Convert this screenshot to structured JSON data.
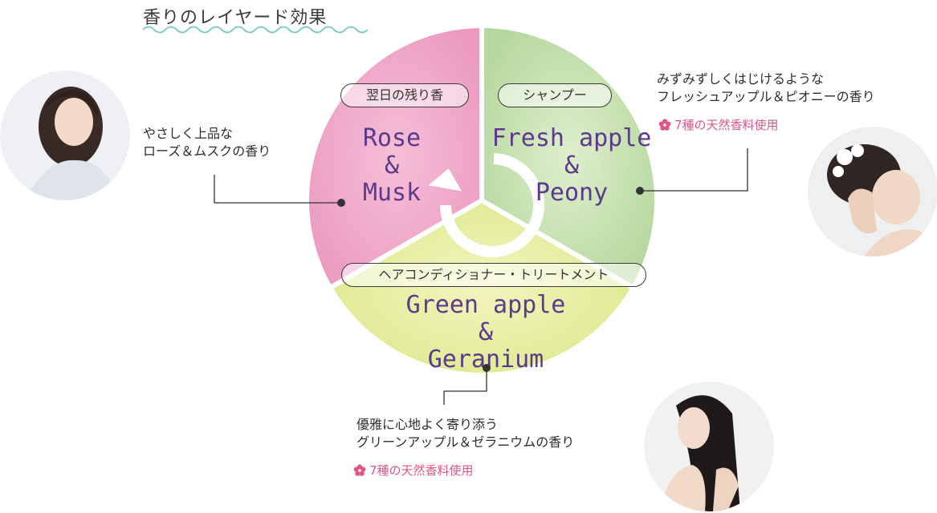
{
  "title": "香りのレイヤード効果",
  "wheel": {
    "segments": [
      {
        "label": "翌日の残り香",
        "scent_lines": [
          "Rose",
          "&",
          "Musk"
        ],
        "color": "#e889b5"
      },
      {
        "label": "シャンプー",
        "scent_lines": [
          "Fresh apple",
          "&",
          "Peony"
        ],
        "color": "#b9d9a0"
      },
      {
        "label": "ヘアコンディショナー・トリートメント",
        "scent_lines": [
          "Green apple",
          "&",
          "Geranium"
        ],
        "color": "#e2e98a"
      }
    ]
  },
  "left_callout": {
    "lines": [
      "やさしく上品な",
      "ローズ＆ムスクの香り"
    ]
  },
  "right_callout": {
    "lines": [
      "みずみずしくはじけるような",
      "フレッシュアップル＆ピオニーの香り"
    ],
    "note": "7種の天然香料使用"
  },
  "bottom_callout": {
    "lines": [
      "優雅に心地よく寄り添う",
      "グリーンアップル＆ゼラニウムの香り"
    ],
    "note": "7種の天然香料使用"
  },
  "colors": {
    "accent_pink": "#e0558a",
    "script_purple": "#5b3a8c",
    "wave_teal": "#7fcfc0"
  },
  "icons": [
    "flower-icon",
    "cycle-arrow-icon"
  ]
}
